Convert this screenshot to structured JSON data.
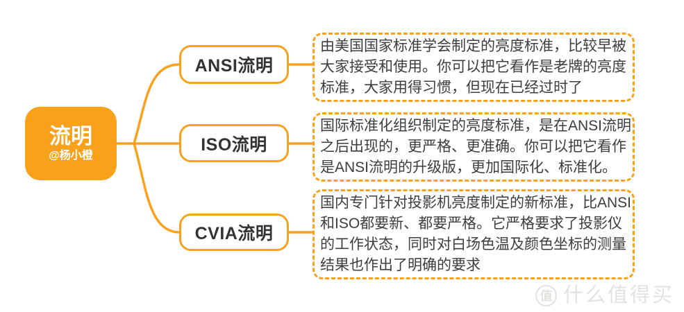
{
  "colors": {
    "accent": "#F9A11B",
    "node_text": "#333333",
    "desc_text": "#3D3D3D",
    "watermark": "#E2E2DE"
  },
  "root": {
    "title": "流明",
    "subtitle": "@杨小橙"
  },
  "branches": [
    {
      "label": "ANSI流明",
      "description": "由美国国家标准学会制定的亮度标准，比较早被大家接受和使用。你可以把它看作是老牌的亮度标准，大家用得习惯，但现在已经过时了",
      "lines": [
        "由美国国家标准学会制定的亮度标准，比较早被",
        "大家接受和使用。你可以把它看作是老牌的亮度",
        "标准，大家用得习惯，但现在已经过时了"
      ]
    },
    {
      "label": "ISO流明",
      "description": "国际标准化组织制定的亮度标准，是在ANSI流明之后出现的，更严格、更准确。你可以把它看作是ANSI流明的升级版，更加国际化、标准化。",
      "lines": [
        "国际标准化组织制定的亮度标准，是在ANSI流明",
        "之后出现的，更严格、更准确。你可以把它看作",
        "是ANSI流明的升级版，更加国际化、标准化。"
      ]
    },
    {
      "label": "CVIA流明",
      "description": "国内专门针对投影机亮度制定的新标准，比ANSI和ISO都要新、都要严格。它严格要求了投影仪的工作状态，同时对白场色温及颜色坐标的测量结果也作出了明确的要求",
      "lines": [
        "国内专门针对投影机亮度制定的新标准，比ANSI",
        "和ISO都要新、都要严格。它严格要求了投影仪",
        "的工作状态，同时对白场色温及颜色坐标的测量",
        "结果也作出了明确的要求"
      ]
    }
  ],
  "watermark": {
    "badge": "值",
    "text": "什么值得买"
  }
}
